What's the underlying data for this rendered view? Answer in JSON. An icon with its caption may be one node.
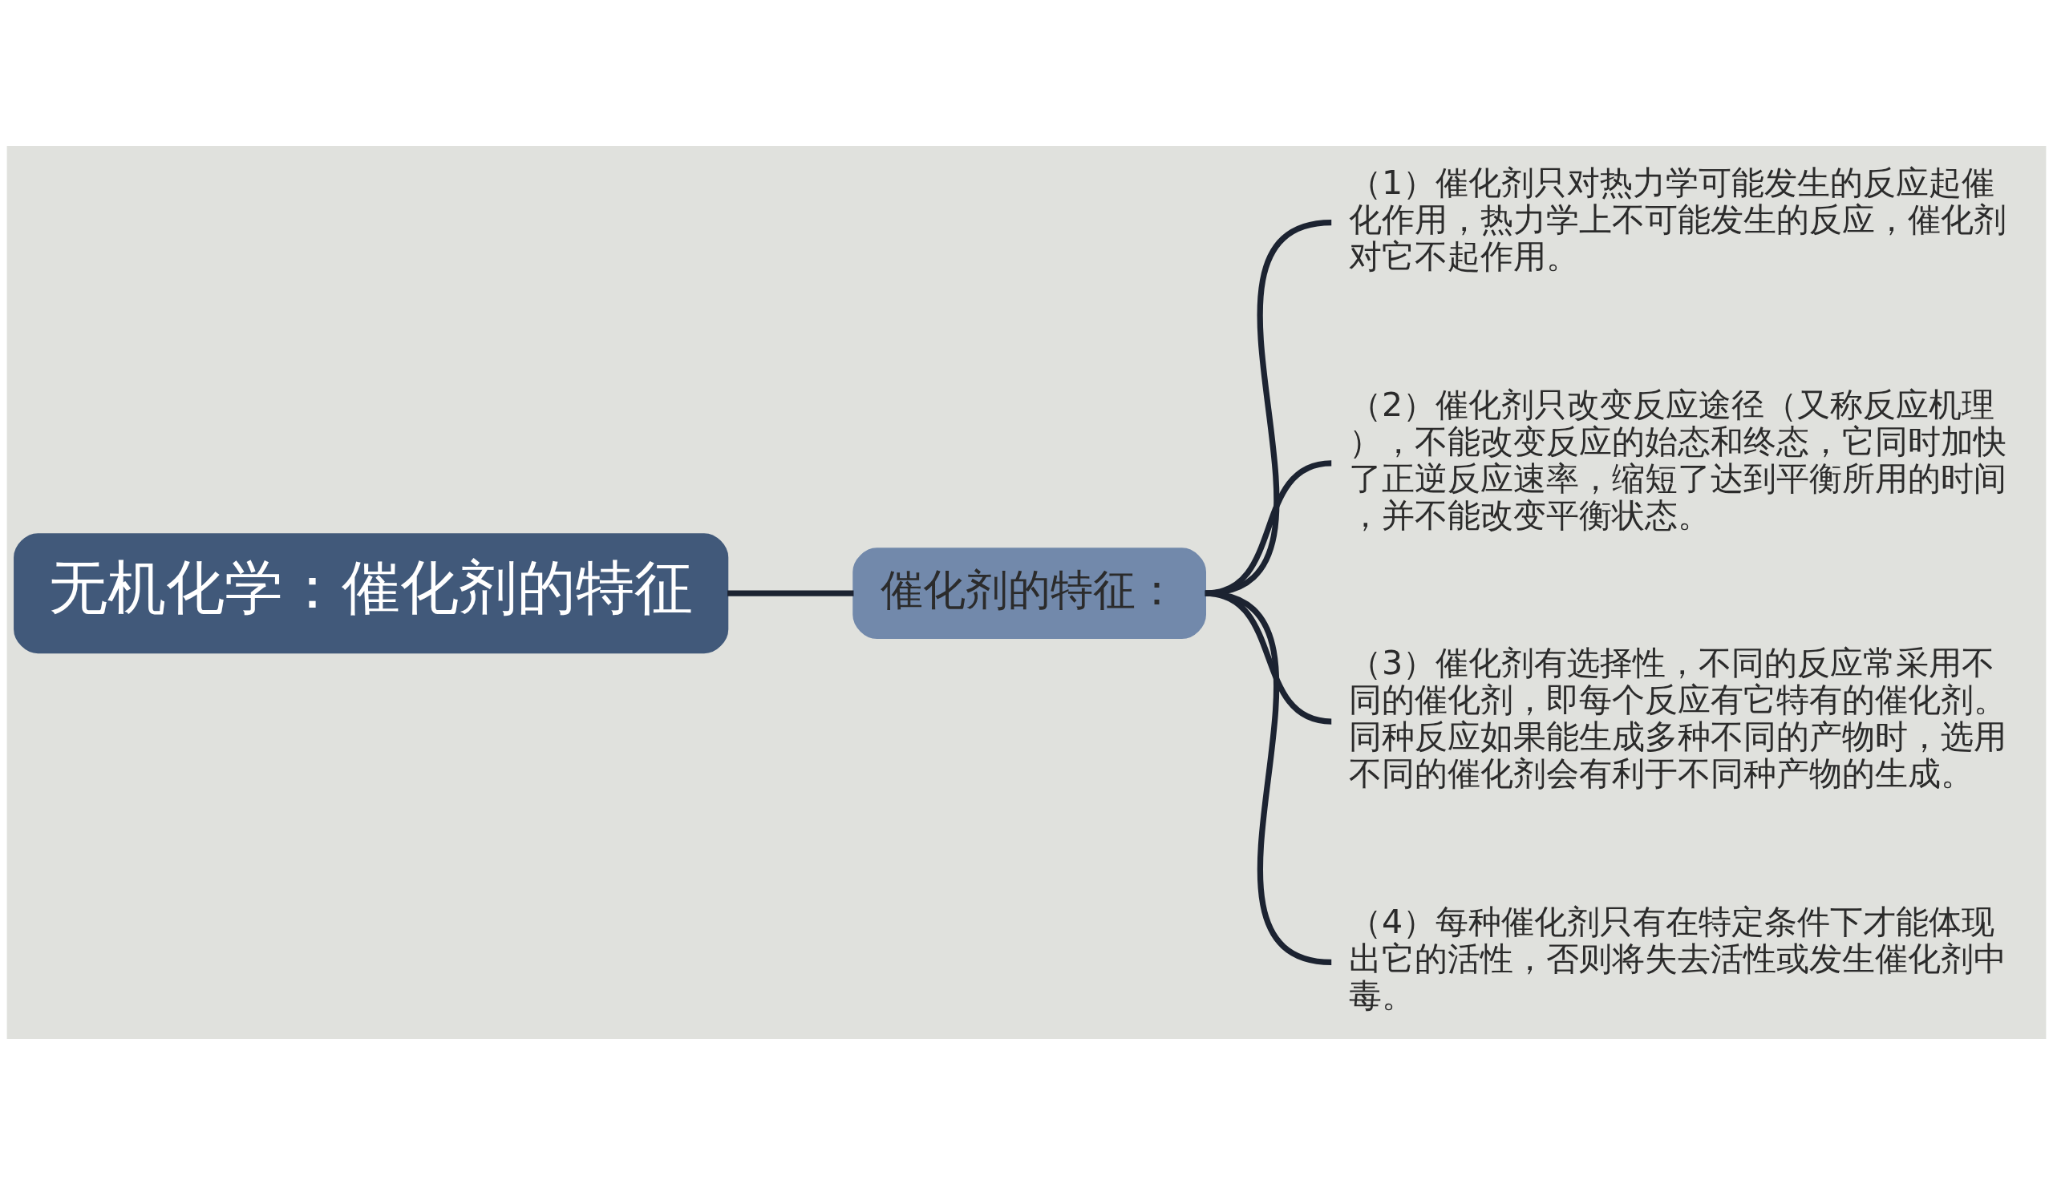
{
  "diagram": {
    "nodes": [
      {
        "text": [
          "无机化学：催化剂的特征"
        ]
      },
      {
        "text": [
          "催化剂的特征："
        ]
      },
      {
        "text": [
          "（1）催化剂只对热力学可能发生的反应起催化作用，热力学上不可能发生的反应，催化剂对它不起作用。"
        ]
      },
      {
        "text": [
          "（2）催化剂只改变反应途径（又称反应机理），不能改变反应的始态和终态，它同时加快了正逆反应速率，缩短了达到平衡所用的时间，并不能改变平衡状态。"
        ]
      },
      {
        "text": [
          "（3）催化剂有选择性，不同的反应常采用不同的催化剂，即每个反应有它特有的催化剂。同种反应如果能生成多种不同的产物时，选用不同的催化剂会有利于不同种产物的生成。"
        ]
      },
      {
        "text": [
          "（4）每种催化剂只有在特定条件下才能体现出它的活性，否则将失去活性或发生催化剂中毒。"
        ]
      }
    ],
    "edges": [
      {
        "from": 0,
        "to": 1,
        "arrow": "none"
      },
      {
        "from": 1,
        "to": 2,
        "arrow": "none"
      },
      {
        "from": 1,
        "to": 3,
        "arrow": "none"
      },
      {
        "from": 1,
        "to": 4,
        "arrow": "none"
      },
      {
        "from": 1,
        "to": 5,
        "arrow": "none"
      }
    ]
  }
}
